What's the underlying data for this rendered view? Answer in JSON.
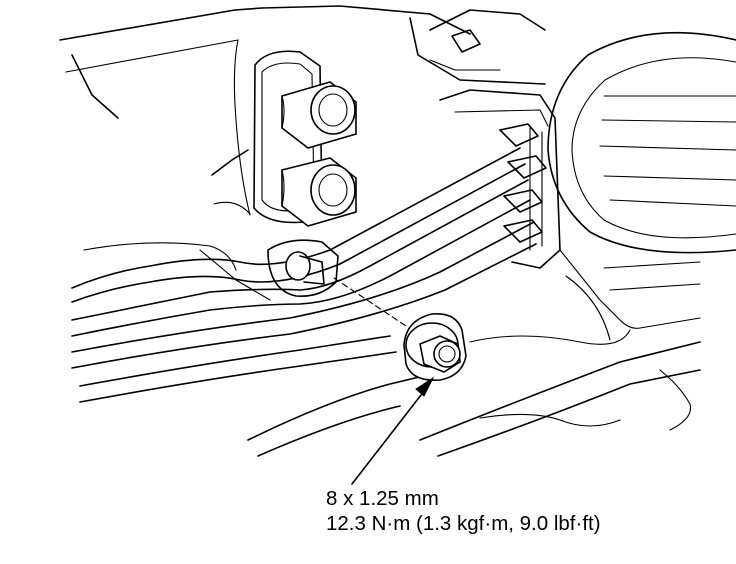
{
  "callout": {
    "bolt_size": "8 x 1.25 mm",
    "torque": "12.3 N·m (1.3 kgf·m, 9.0 lbf·ft)"
  },
  "parts": {
    "pointer_target": "flange-bolt",
    "icon": "bolt-icon"
  },
  "colors": {
    "line": "#000000",
    "background": "#ffffff"
  }
}
